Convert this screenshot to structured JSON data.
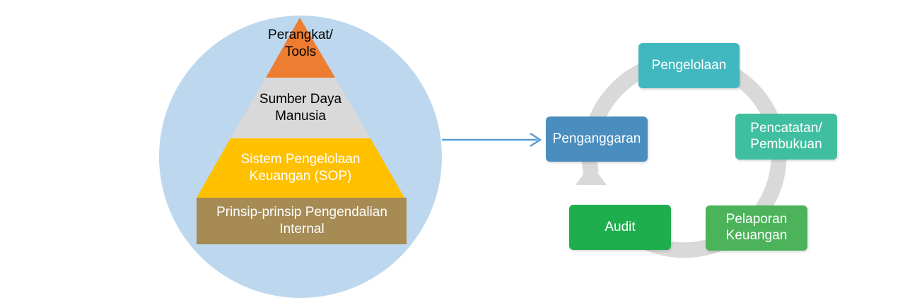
{
  "pyramid": {
    "levels": [
      {
        "lines": [
          "Perangkat/",
          "Tools"
        ],
        "color": "#ED7D31",
        "text_color": "#000000"
      },
      {
        "lines": [
          "Sumber Daya",
          "Manusia"
        ],
        "color": "#D9D9D9",
        "text_color": "#000000"
      },
      {
        "lines": [
          "Sistem Pengelolaan",
          "Keuangan (SOP)"
        ],
        "color": "#FFC000",
        "text_color": "#ffffff"
      },
      {
        "lines": [
          "Prinsip-prinsip Pengendalian",
          "Internal"
        ],
        "color": "#A68B55",
        "text_color": "#ffffff"
      }
    ],
    "circle_color": "#BDD7EE"
  },
  "connector_color": "#5B9BD5",
  "cycle": {
    "ring_color": "#D9D9D9",
    "steps": [
      {
        "lines": [
          "Pengelolaan"
        ],
        "color": "#41B8C0"
      },
      {
        "lines": [
          "Pencatatan/",
          "Pembukuan"
        ],
        "color": "#40BFA0"
      },
      {
        "lines": [
          "Pelaporan",
          "Keuangan"
        ],
        "color": "#4CB35B"
      },
      {
        "lines": [
          "Audit"
        ],
        "color": "#1FAE4E"
      },
      {
        "lines": [
          "Penganggaran"
        ],
        "color": "#4A8EC0"
      }
    ]
  }
}
